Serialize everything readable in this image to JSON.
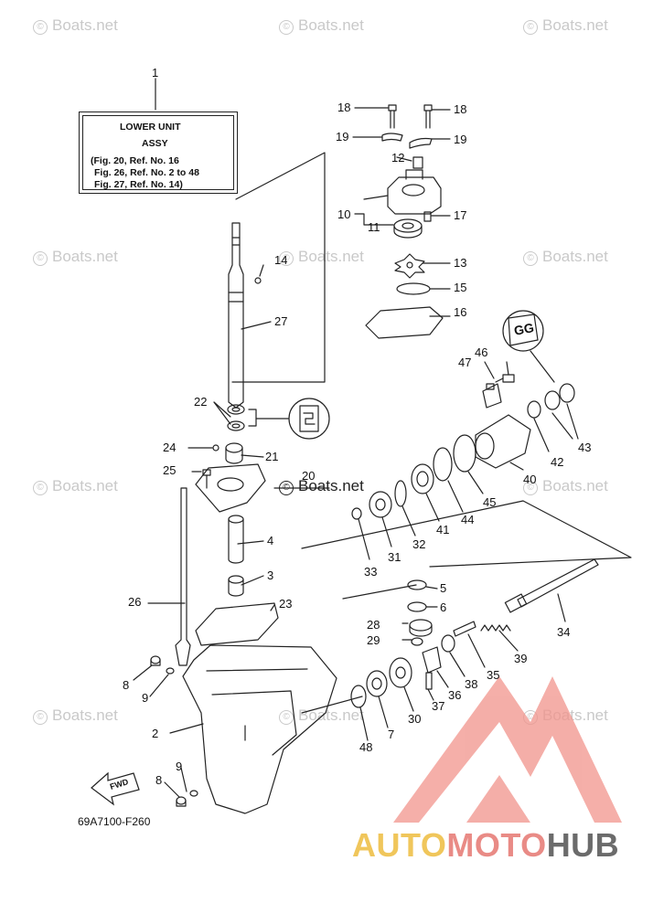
{
  "watermark": {
    "text": "Boats.net",
    "symbol": "©"
  },
  "assembly_box": {
    "lines": [
      "LOWER UNIT",
      "ASSY",
      "(Fig. 20, Ref. No. 16",
      "Fig. 26, Ref. No. 2 to 48",
      "Fig. 27, Ref. No. 14)"
    ]
  },
  "figure_code": "69A7100-F260",
  "fwd_label": "FWD",
  "gg_label": "GG",
  "brand": {
    "part1": "AUTO",
    "part2": "MOTO",
    "part3": "HUB",
    "colors": {
      "auto": "#f0c65b",
      "moto": "#e98b86",
      "hub": "#6b6b6b",
      "logo": "#f1948c"
    }
  },
  "refs": [
    "1",
    "18",
    "18",
    "19",
    "19",
    "12",
    "10",
    "11",
    "17",
    "13",
    "15",
    "16",
    "14",
    "27",
    "22",
    "46",
    "47",
    "43",
    "24",
    "21",
    "25",
    "20",
    "42",
    "40",
    "45",
    "44",
    "41",
    "32",
    "31",
    "33",
    "4",
    "3",
    "26",
    "23",
    "5",
    "6",
    "34",
    "28",
    "29",
    "39",
    "35",
    "38",
    "36",
    "37",
    "30",
    "7",
    "48",
    "8",
    "9",
    "2",
    "9",
    "8"
  ]
}
